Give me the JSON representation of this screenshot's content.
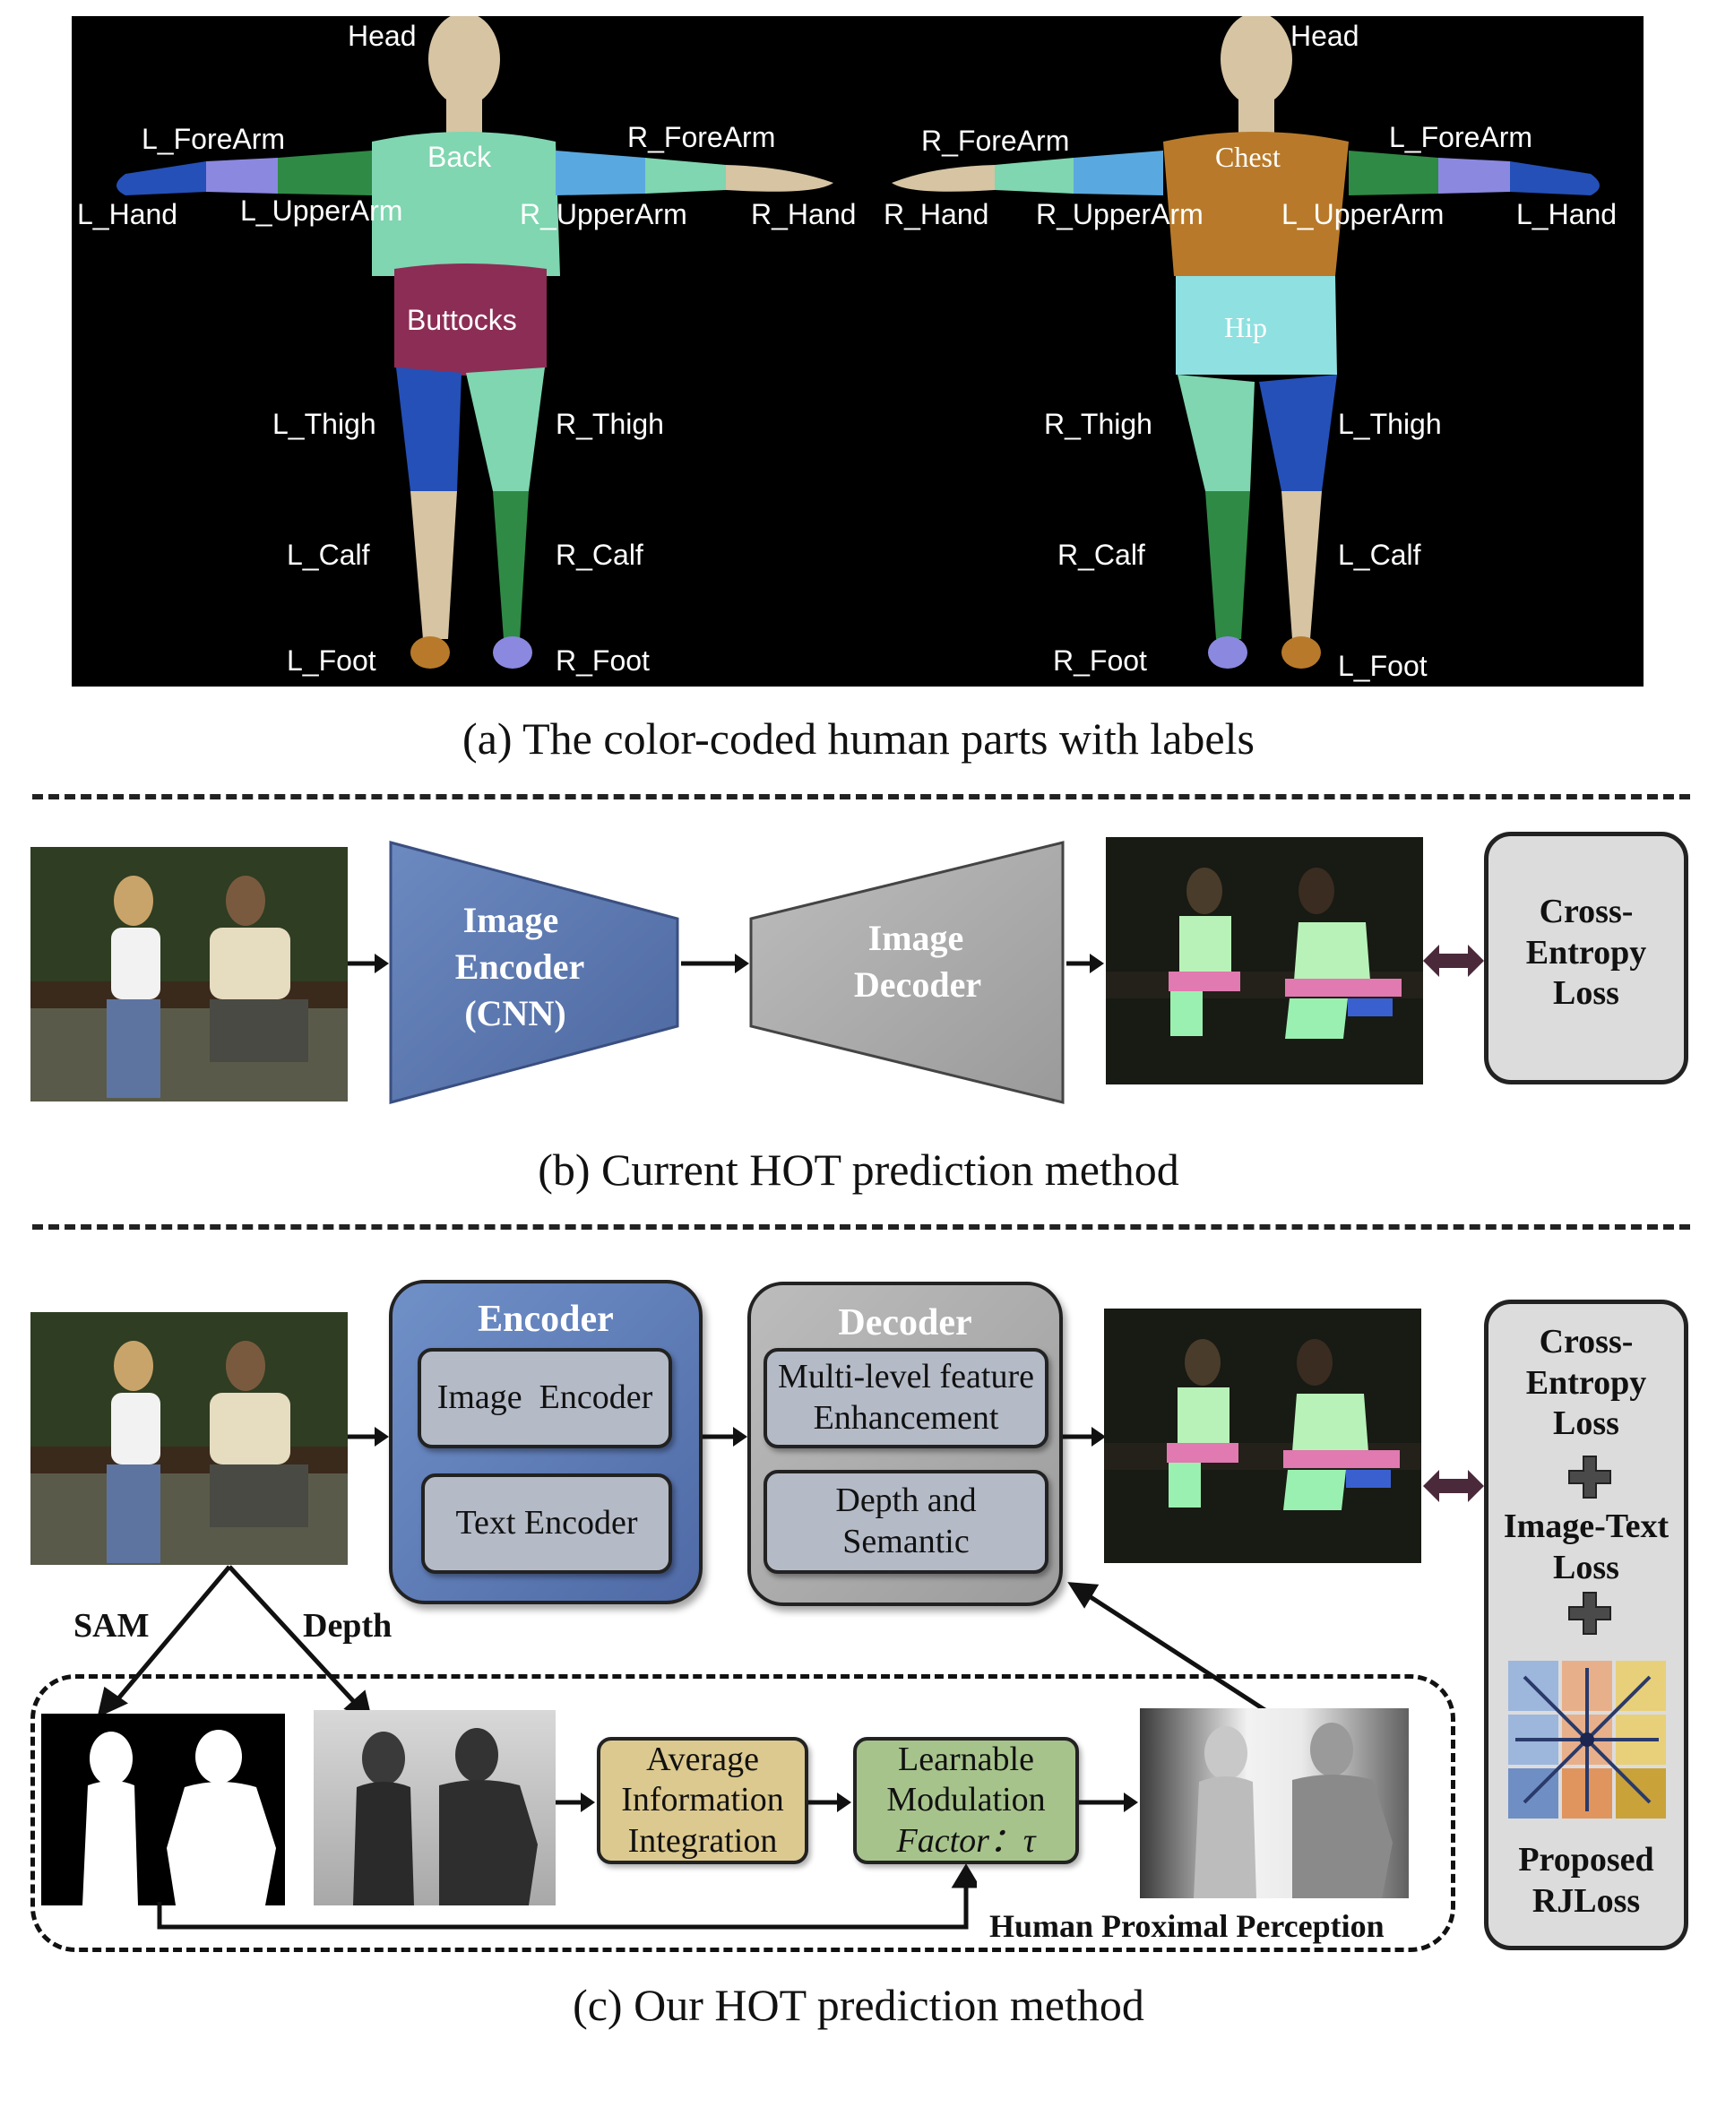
{
  "panel_a": {
    "caption": "(a) The color-coded human parts with labels",
    "back_labels": {
      "head": "Head",
      "l_forearm": "L_ForeArm",
      "r_forearm": "R_ForeArm",
      "back": "Back",
      "l_hand": "L_Hand",
      "l_upperarm": "L_UpperArm",
      "r_upperarm": "R_UpperArm",
      "r_hand": "R_Hand",
      "buttocks": "Buttocks",
      "l_thigh": "L_Thigh",
      "r_thigh": "R_Thigh",
      "l_calf": "L_Calf",
      "r_calf": "R_Calf",
      "l_foot": "L_Foot",
      "r_foot": "R_Foot"
    },
    "front_labels": {
      "head": "Head",
      "r_forearm": "R_ForeArm",
      "l_forearm": "L_ForeArm",
      "chest": "Chest",
      "r_hand": "R_Hand",
      "r_upperarm": "R_UpperArm",
      "l_upperarm": "L_UpperArm",
      "l_hand": "L_Hand",
      "hip": "Hip",
      "r_thigh": "R_Thigh",
      "l_thigh": "L_Thigh",
      "r_calf": "R_Calf",
      "l_calf": "L_Calf",
      "r_foot": "R_Foot",
      "l_foot": "L_Foot"
    }
  },
  "panel_b": {
    "caption": "(b) Current HOT prediction method",
    "encoder": [
      "Image",
      "Encoder",
      "(CNN)"
    ],
    "decoder": [
      "Image",
      "Decoder"
    ],
    "loss": [
      "Cross-",
      "Entropy",
      "Loss"
    ]
  },
  "panel_c": {
    "caption": "(c) Our HOT prediction method",
    "encoder_title": "Encoder",
    "image_encoder": "Image  Encoder",
    "text_encoder": "Text Encoder",
    "decoder_title": "Decoder",
    "mfe": [
      "Multi-level feature",
      "Enhancement"
    ],
    "ds": [
      "Depth and",
      "Semantic"
    ],
    "sam": "SAM",
    "depth": "Depth",
    "avg": [
      "Average",
      "Information",
      "Integration"
    ],
    "lmf": [
      "Learnable",
      "Modulation",
      "Factor：τ"
    ],
    "hpp": "Human Proximal Perception",
    "loss_ce": [
      "Cross-",
      "Entropy",
      "Loss"
    ],
    "loss_it": [
      "Image-Text",
      "Loss"
    ],
    "loss_rj": [
      "Proposed",
      "RJLoss"
    ]
  },
  "colors": {
    "encoder_blue": "#5b78b0",
    "decoder_gray": "#a9a9a9",
    "avg_tan": "#dcc98f",
    "lmf_green": "#a7c38c",
    "body_skin": "#d6c4a3",
    "mint": "#7fd6b0",
    "dark_green": "#2f8a45",
    "blue": "#2450b8",
    "light_blue": "#5aa8e0",
    "purple": "#8b88e0",
    "maroon": "#8c2d55",
    "orange": "#b87a2a",
    "cyan": "#8fe0e0"
  }
}
